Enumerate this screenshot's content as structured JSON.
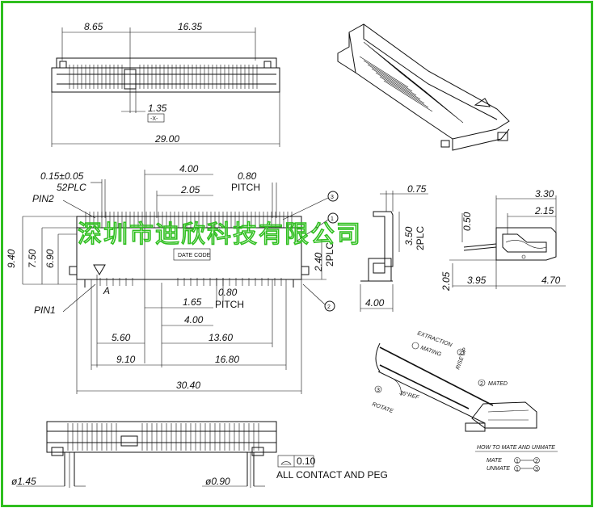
{
  "top_view": {
    "dims": {
      "d865": "8.65",
      "d1635": "16.35",
      "d135": "1.35",
      "datum_x": "-X-",
      "d2900": "29.00"
    }
  },
  "front_view": {
    "dims": {
      "d015": "0.15±0.05",
      "d52plc": "52PLC",
      "pin2": "PIN2",
      "d400t": "4.00",
      "d205": "2.05",
      "d080t": "0.80",
      "pitch_t": "PITCH",
      "d940": "9.40",
      "d750": "7.50",
      "d690": "6.90",
      "d240": "2.40",
      "d2plc": "2PLC",
      "date_code": "DATE CODE",
      "marker_a": "A",
      "pin1": "PIN1",
      "d080b": "0.80",
      "pitch_b": "PITCH",
      "d165": "1.65",
      "d400b": "4.00",
      "d560": "5.60",
      "d1360": "13.60",
      "d910": "9.10",
      "d1680": "16.80",
      "d3040": "30.40"
    },
    "callouts": [
      "1",
      "2",
      "3"
    ]
  },
  "side_view": {
    "dims": {
      "d075": "0.75",
      "d350": "3.50",
      "d2plc": "2PLC",
      "d400": "4.00"
    }
  },
  "profile_view": {
    "dims": {
      "d330": "3.30",
      "d215": "2.15",
      "d050": "0.50",
      "d205": "2.05",
      "d395": "3.95",
      "d470": "4.70"
    }
  },
  "mating_view": {
    "labels": {
      "extraction": "EXTRACTION",
      "mating": "MATING",
      "rise": "RISE UP",
      "mated": "MATED",
      "rotate": "ROTATE",
      "angle": "35°REF"
    },
    "callouts": {
      "c1": "1",
      "c2": "2",
      "c3": "3"
    },
    "legend": {
      "title": "HOW TO MATE AND UNMATE",
      "mate": "MATE",
      "unmate": "UNMATE",
      "s1": "1",
      "s2": "2",
      "s3": "3"
    }
  },
  "bottom_view": {
    "dims": {
      "d145": "ø1.45",
      "d090": "ø0.90",
      "tol": "0.10",
      "note": "ALL CONTACT AND PEG"
    }
  },
  "watermark": "深圳市迪欣科技有限公司"
}
